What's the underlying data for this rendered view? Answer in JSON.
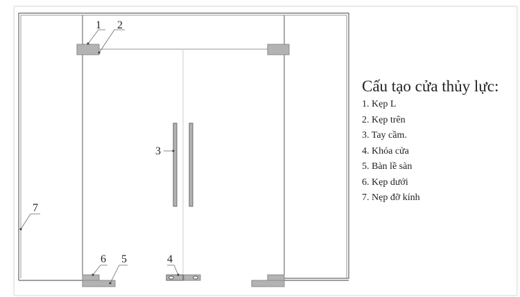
{
  "diagram": {
    "callouts": [
      "1",
      "2",
      "3",
      "4",
      "5",
      "6",
      "7"
    ],
    "legend": {
      "title": "Cấu tạo cửa thủy lực:",
      "items": [
        "1. Kẹp L",
        "2. Kẹp trên",
        "3. Tay cầm.",
        "4. Khóa cửa",
        "5. Bàn lề sàn",
        "6. Kẹp dưới",
        "7. Nẹp đỡ kính"
      ]
    },
    "colors": {
      "part": "#b3b3b3",
      "line": "#555555",
      "glass_line": "#cfcfcf"
    }
  }
}
